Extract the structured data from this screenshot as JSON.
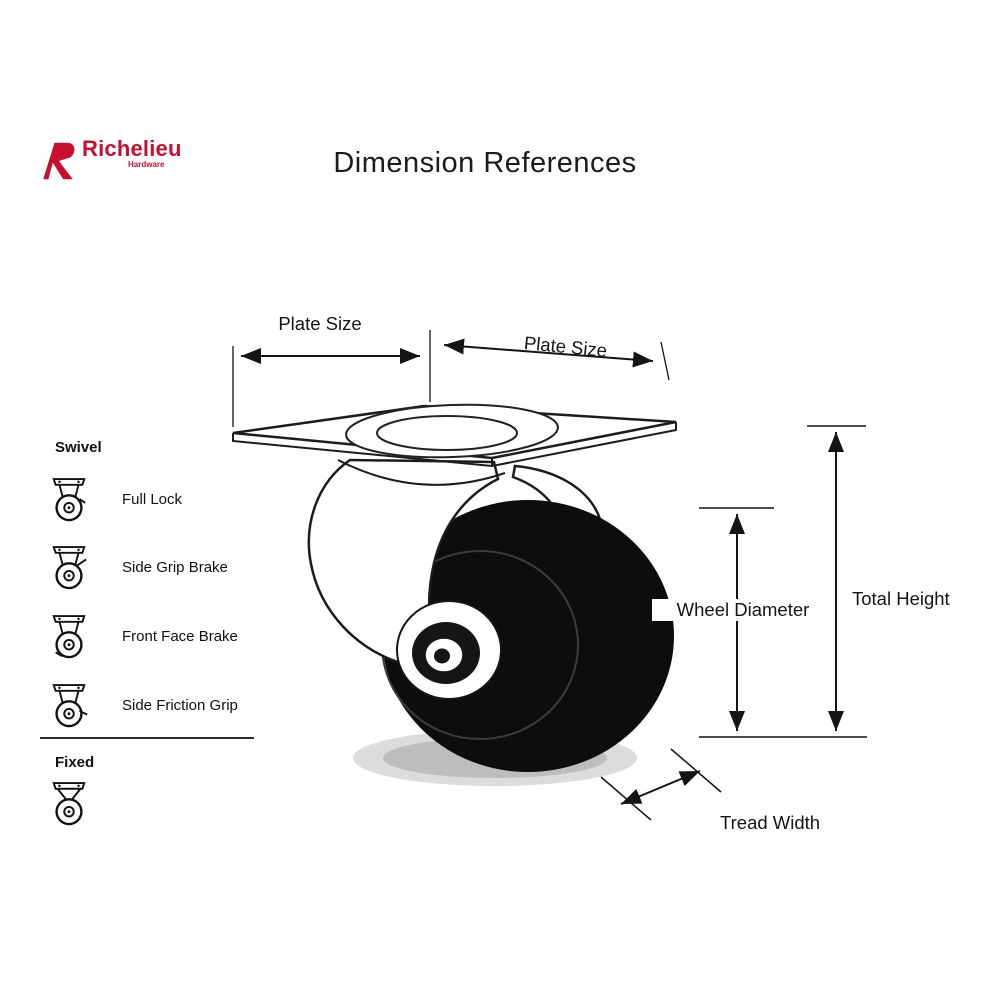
{
  "title": "Dimension References",
  "logo": {
    "brand": "Richelieu",
    "tagline": "Hardware"
  },
  "colors": {
    "logo_red": "#c8102e",
    "ink": "#141414",
    "wheel_black": "#0d0d0d",
    "shadow_gray": "#c4c4c4"
  },
  "sidebar": {
    "swivel_header": "Swivel",
    "swivel_items": [
      {
        "label": "Full Lock"
      },
      {
        "label": "Side Grip Brake"
      },
      {
        "label": "Front Face Brake"
      },
      {
        "label": "Side Friction Grip"
      }
    ],
    "fixed_header": "Fixed"
  },
  "dimensions": {
    "plate_size_left": "Plate Size",
    "plate_size_right": "Plate Size",
    "wheel_diameter": "Wheel Diameter",
    "total_height": "Total Height",
    "tread_width": "Tread Width"
  }
}
